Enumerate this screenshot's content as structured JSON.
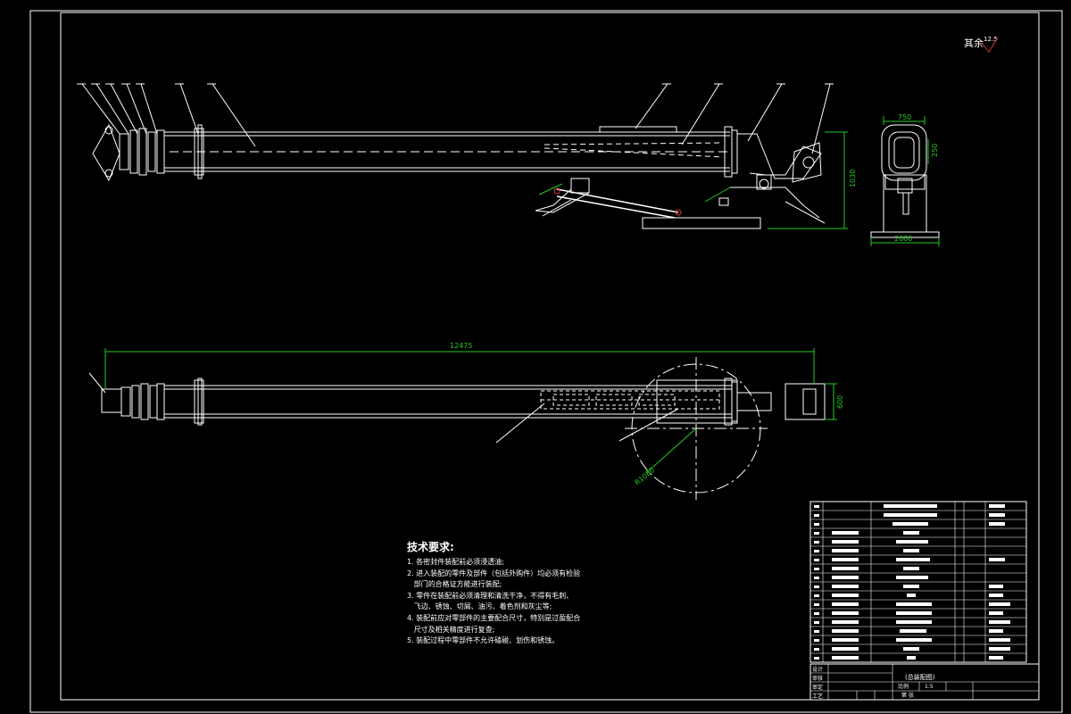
{
  "roughness": {
    "label": "其余",
    "value": "12.5"
  },
  "dimensions": {
    "side_width": "750",
    "side_height": "250",
    "side_base_width": "2000",
    "elevation_height": "1030",
    "plan_length": "12475",
    "plan_width": "600",
    "slew_radius": "R1080"
  },
  "tech_requirements": {
    "title": "技术要求:",
    "items": [
      "1. 各密封件装配前必须浸透油;",
      "2. 进入装配的零件及部件（包括外购件）均必须有检验",
      "   部门的合格证方能进行装配;",
      "3. 零件在装配前必须清理和清洗干净，不得有毛刺、",
      "   飞边、锈蚀、切屑、油污、着色剂和灰尘等;",
      "4. 装配前应对零部件的主要配合尺寸，特别是过盈配合",
      "   尺寸及相关精度进行复查;",
      "5. 装配过程中零部件不允许磕碰、划伤和锈蚀。"
    ]
  },
  "title_block": {
    "drawing_title": "(总装配图)",
    "scale_label": "比例",
    "scale_value": "1:5",
    "sheet_label": "第 张",
    "rows_label": [
      "设计",
      "审核",
      "审定",
      "工艺"
    ]
  }
}
